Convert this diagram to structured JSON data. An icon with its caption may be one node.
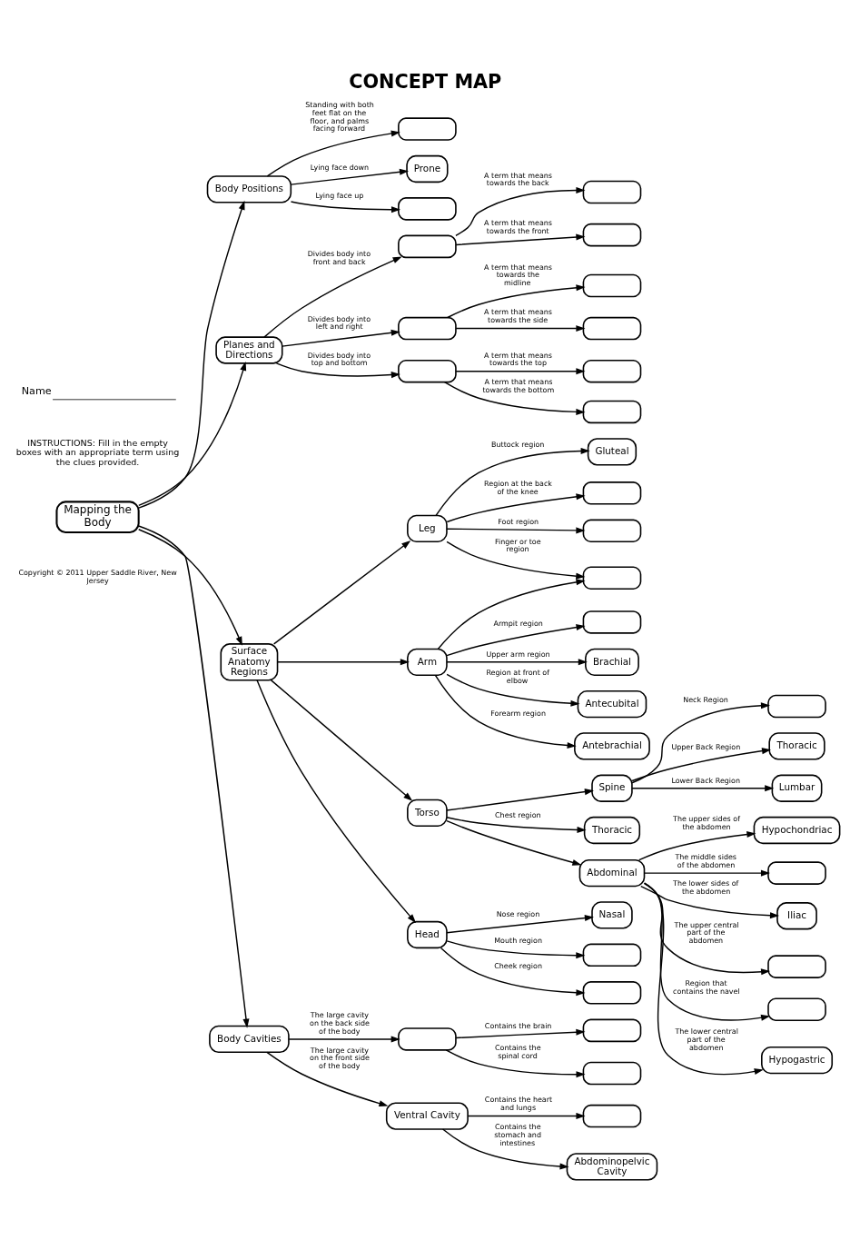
{
  "diagram": {
    "title": "CONCEPT MAP",
    "nodes": [
      {
        "text": [
          "Mapping the Body"
        ]
      },
      {
        "text": [
          "Body Positions"
        ]
      },
      {
        "text": [
          "Planes and Directions"
        ]
      },
      {
        "text": [
          "Surface Anatomy Regions"
        ]
      },
      {
        "text": [
          "Body Cavities"
        ]
      },
      {
        "text": [],
        "shape": "box"
      },
      {
        "text": [
          "Prone"
        ]
      },
      {
        "text": [],
        "shape": "box"
      },
      {
        "text": [],
        "shape": "box"
      },
      {
        "text": [],
        "shape": "box"
      },
      {
        "text": [],
        "shape": "box"
      },
      {
        "text": [],
        "shape": "box"
      },
      {
        "text": [],
        "shape": "box"
      },
      {
        "text": [],
        "shape": "box"
      },
      {
        "text": [],
        "shape": "box"
      },
      {
        "text": [],
        "shape": "box"
      },
      {
        "text": [],
        "shape": "box"
      },
      {
        "text": [],
        "shape": "box"
      },
      {
        "text": [
          "Ventral Cavity"
        ]
      },
      {
        "text": [],
        "shape": "box"
      },
      {
        "text": [],
        "shape": "box"
      },
      {
        "text": [],
        "shape": "box"
      },
      {
        "text": [
          "Abdominopelvic Cavity"
        ]
      },
      {
        "text": [
          "Leg"
        ]
      },
      {
        "text": [
          "Arm"
        ]
      },
      {
        "text": [
          "Torso"
        ]
      },
      {
        "text": [
          "Head"
        ]
      },
      {
        "text": [
          "Gluteal"
        ]
      },
      {
        "text": [],
        "shape": "box"
      },
      {
        "text": [],
        "shape": "box"
      },
      {
        "text": [],
        "shape": "box"
      },
      {
        "text": [],
        "shape": "box"
      },
      {
        "text": [
          "Brachial"
        ]
      },
      {
        "text": [
          "Antecubital"
        ]
      },
      {
        "text": [
          "Antebrachial"
        ]
      },
      {
        "text": [
          "Spine"
        ]
      },
      {
        "text": [
          "Thoracic"
        ]
      },
      {
        "text": [
          "Abdominal"
        ]
      },
      {
        "text": [],
        "shape": "box"
      },
      {
        "text": [
          "Thoracic"
        ]
      },
      {
        "text": [
          "Lumbar"
        ]
      },
      {
        "text": [
          "Hypochondriac"
        ]
      },
      {
        "text": [],
        "shape": "box"
      },
      {
        "text": [
          "Iliac"
        ]
      },
      {
        "text": [],
        "shape": "box"
      },
      {
        "text": [],
        "shape": "box"
      },
      {
        "text": [
          "Hypogastric"
        ]
      },
      {
        "text": [
          "Nasal"
        ]
      },
      {
        "text": [],
        "shape": "box"
      },
      {
        "text": [],
        "shape": "box"
      }
    ],
    "edges": [
      {
        "from": 0,
        "to": 1,
        "arrow": "to"
      },
      {
        "from": 0,
        "to": 2,
        "arrow": "to"
      },
      {
        "from": 0,
        "to": 3,
        "arrow": "to"
      },
      {
        "from": 0,
        "to": 4,
        "arrow": "to"
      },
      {
        "from": 1,
        "to": 5,
        "arrow": "to",
        "label": "Standing with both feet flat on the floor, and palms facing forward"
      },
      {
        "from": 1,
        "to": 6,
        "arrow": "to",
        "label": "Lying face down"
      },
      {
        "from": 1,
        "to": 7,
        "arrow": "to",
        "label": "Lying face up"
      },
      {
        "from": 2,
        "to": 8,
        "arrow": "to",
        "label": "Divides body into front and back"
      },
      {
        "from": 2,
        "to": 9,
        "arrow": "to",
        "label": "Divides body into left and right"
      },
      {
        "from": 2,
        "to": 10,
        "arrow": "to",
        "label": "Divides body into top and bottom"
      },
      {
        "from": 8,
        "to": 11,
        "arrow": "to",
        "label": "A term that means towards the back"
      },
      {
        "from": 8,
        "to": 12,
        "arrow": "to",
        "label": "A term that means towards the front"
      },
      {
        "from": 9,
        "to": 13,
        "arrow": "to",
        "label": "A term that means towards the midline"
      },
      {
        "from": 9,
        "to": 14,
        "arrow": "to",
        "label": "A term that means towards the side"
      },
      {
        "from": 10,
        "to": 15,
        "arrow": "to",
        "label": "A term that means towards the top"
      },
      {
        "from": 10,
        "to": 16,
        "arrow": "to",
        "label": "A term that means towards the bottom"
      },
      {
        "from": 4,
        "to": 17,
        "arrow": "to",
        "label": "The large cavity on the back side of the body"
      },
      {
        "from": 4,
        "to": 18,
        "arrow": "to",
        "label": "The large cavity on the front side of the body"
      },
      {
        "from": 17,
        "to": 19,
        "arrow": "to",
        "label": "Contains the brain"
      },
      {
        "from": 17,
        "to": 20,
        "arrow": "to",
        "label": "Contains the spinal cord"
      },
      {
        "from": 18,
        "to": 21,
        "arrow": "to",
        "label": "Contains the heart and lungs"
      },
      {
        "from": 18,
        "to": 22,
        "arrow": "to",
        "label": "Contains the stomach and intestines"
      },
      {
        "from": 3,
        "to": 23,
        "arrow": "to"
      },
      {
        "from": 3,
        "to": 24,
        "arrow": "to"
      },
      {
        "from": 3,
        "to": 25,
        "arrow": "to"
      },
      {
        "from": 3,
        "to": 26,
        "arrow": "to"
      },
      {
        "from": 23,
        "to": 27,
        "arrow": "to",
        "label": "Buttock region"
      },
      {
        "from": 23,
        "to": 28,
        "arrow": "to",
        "label": "Region at the back of the knee"
      },
      {
        "from": 23,
        "to": 29,
        "arrow": "to",
        "label": "Foot region"
      },
      {
        "from": 23,
        "to": 30,
        "arrow": "to",
        "label": "Finger or toe region"
      },
      {
        "from": 24,
        "to": 30,
        "arrow": "to"
      },
      {
        "from": 24,
        "to": 31,
        "arrow": "to",
        "label": "Armpit region"
      },
      {
        "from": 24,
        "to": 32,
        "arrow": "to",
        "label": "Upper arm region"
      },
      {
        "from": 24,
        "to": 33,
        "arrow": "to",
        "label": "Region at front of elbow"
      },
      {
        "from": 24,
        "to": 34,
        "arrow": "to",
        "label": "Forearm region"
      },
      {
        "from": 25,
        "to": 35,
        "arrow": "to"
      },
      {
        "from": 25,
        "to": 36,
        "arrow": "to",
        "label": "Chest region"
      },
      {
        "from": 25,
        "to": 37,
        "arrow": "to"
      },
      {
        "from": 35,
        "to": 38,
        "arrow": "to",
        "label": "Neck Region"
      },
      {
        "from": 35,
        "to": 39,
        "arrow": "to",
        "label": "Upper Back Region"
      },
      {
        "from": 35,
        "to": 40,
        "arrow": "to",
        "label": "Lower Back Region"
      },
      {
        "from": 37,
        "to": 41,
        "arrow": "to",
        "label": "The upper sides of the abdomen"
      },
      {
        "from": 37,
        "to": 42,
        "arrow": "to",
        "label": "The middle sides of the abdomen"
      },
      {
        "from": 37,
        "to": 43,
        "arrow": "to",
        "label": "The lower sides of the abdomen"
      },
      {
        "from": 37,
        "to": 44,
        "arrow": "to",
        "label": "The upper central part of the abdomen"
      },
      {
        "from": 37,
        "to": 45,
        "arrow": "to",
        "label": "Region that contains the navel"
      },
      {
        "from": 37,
        "to": 46,
        "arrow": "to",
        "label": "The lower central part of the abdomen"
      },
      {
        "from": 26,
        "to": 47,
        "arrow": "to",
        "label": "Nose region"
      },
      {
        "from": 26,
        "to": 48,
        "arrow": "to",
        "label": "Mouth region"
      },
      {
        "from": 26,
        "to": 49,
        "arrow": "to",
        "label": "Cheek region"
      }
    ],
    "labels": [
      "Name",
      "INSTRUCTIONS: Fill in the empty boxes with an appropriate term using the clues provided.",
      "Copyright © 2011 Upper Saddle River, New Jersey"
    ]
  }
}
